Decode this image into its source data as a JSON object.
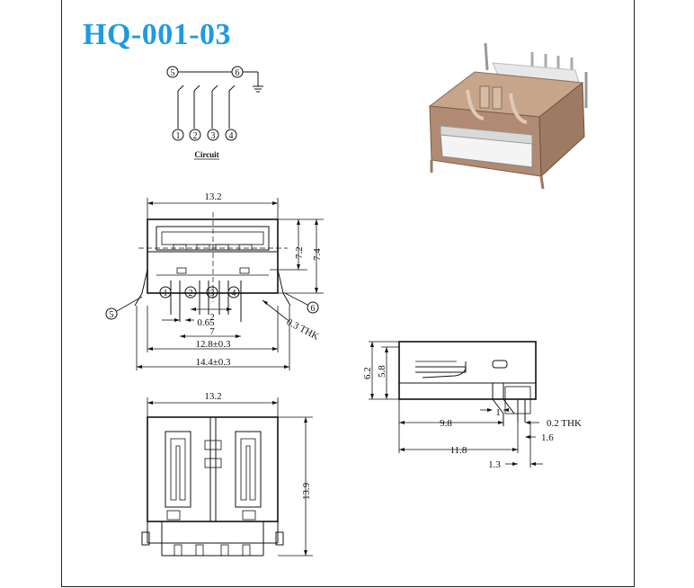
{
  "title": "HQ-001-03",
  "circuit": {
    "label": "Circuit",
    "pins": [
      "1",
      "2",
      "3",
      "4",
      "5",
      "6"
    ]
  },
  "front_view": {
    "width_top": "13.2",
    "height_outer": "7.4",
    "height_inner": "7.2",
    "pitch": "2",
    "pin_width": "0.65",
    "pin_span": "7",
    "pcb_width": "12.8±0.3",
    "overall_width": "14.4±0.3",
    "shell_thk": "0.3 THK",
    "callouts": [
      "1",
      "2",
      "3",
      "4",
      "5",
      "6"
    ]
  },
  "side_view": {
    "height_outer": "6.2",
    "height_inner": "5.8",
    "d1": "1",
    "d98": "9.8",
    "d118": "11.8",
    "d13": "1.3",
    "d16": "1.6",
    "pin_thk": "0.2 THK"
  },
  "bottom_view": {
    "width": "13.2",
    "length": "13.9"
  },
  "colors": {
    "title": "#1e9be0"
  }
}
